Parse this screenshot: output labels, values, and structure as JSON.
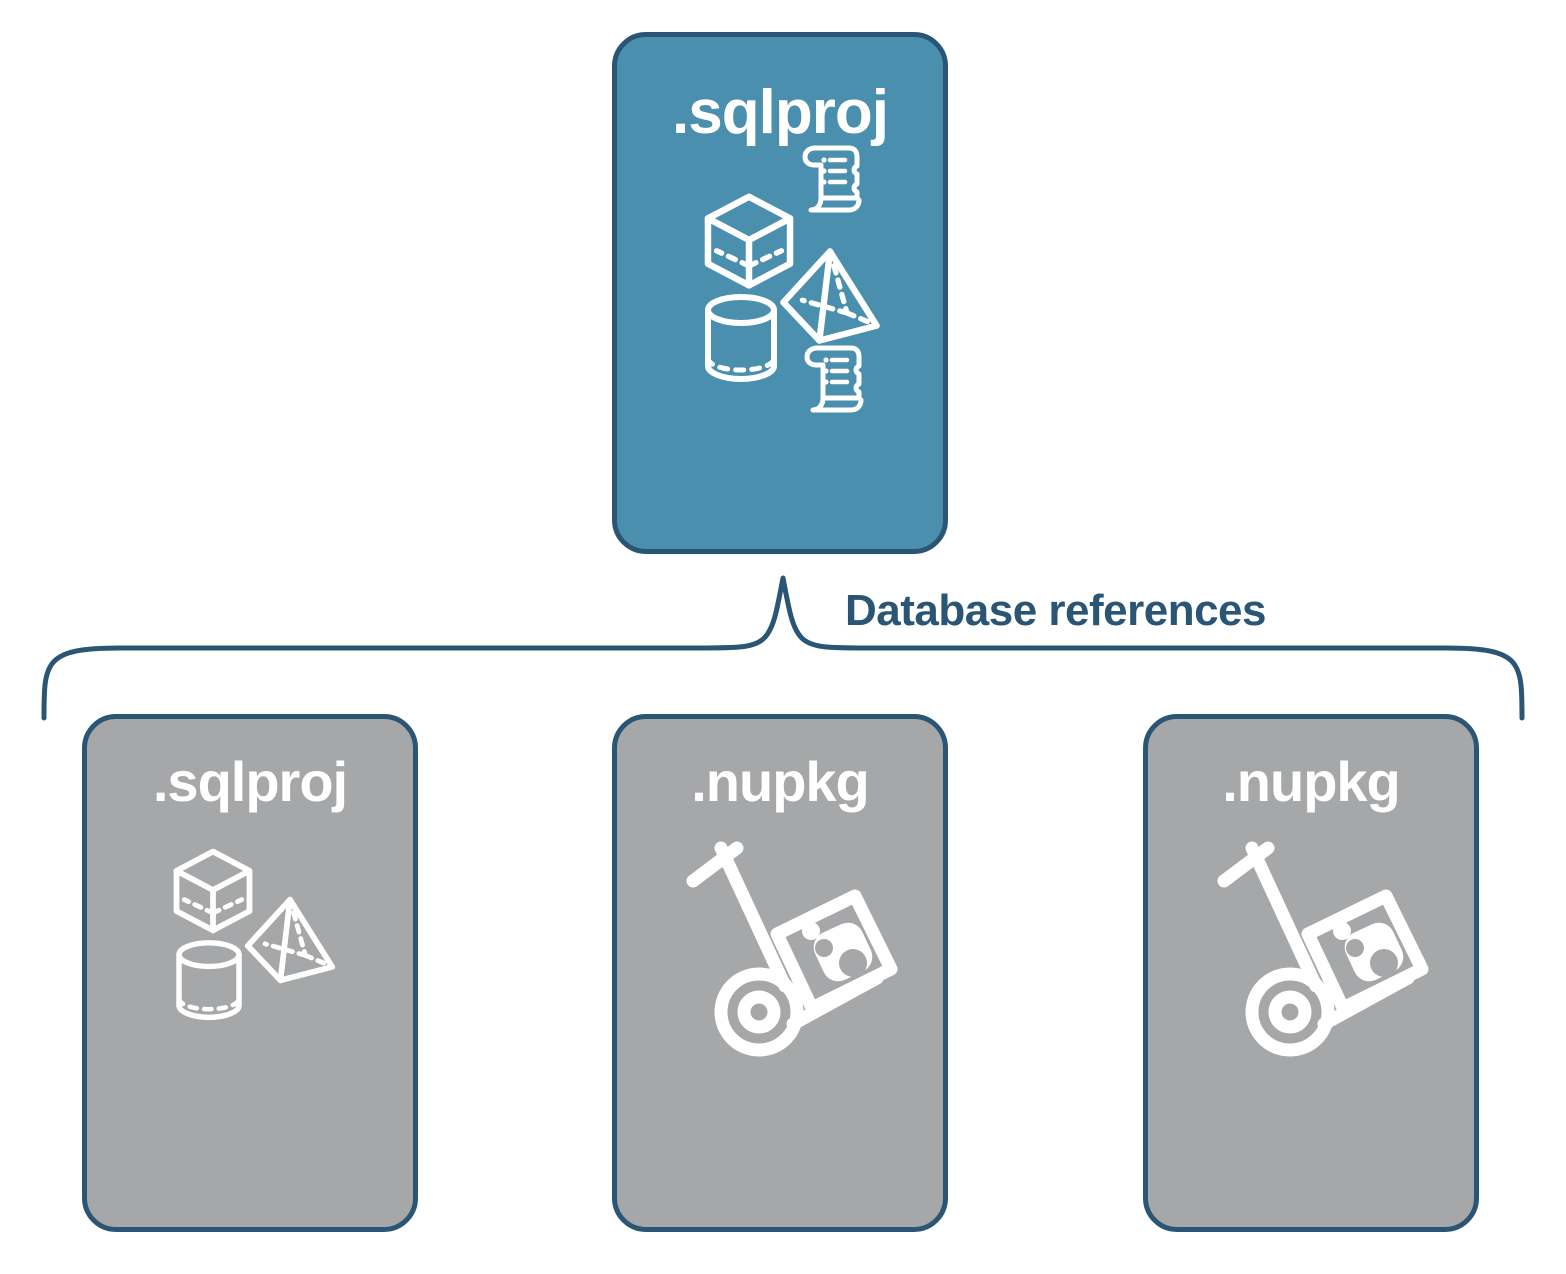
{
  "diagram": {
    "title_text": "Database references",
    "colors": {
      "card_primary_fill": "#4A8FAE",
      "card_reference_fill": "#A6A7A8",
      "card_border": "#2B5574",
      "label_text": "#2B5574",
      "icon_stroke": "#FFFFFF",
      "background": "#FFFFFF"
    },
    "primary_card": {
      "label": ".sqlproj",
      "icons": [
        "cube-icon",
        "scroll-icon",
        "pyramid-icon",
        "cylinder-icon",
        "scroll-icon"
      ]
    },
    "reference_cards": [
      {
        "label": ".sqlproj",
        "icons": [
          "cube-icon",
          "pyramid-icon",
          "cylinder-icon"
        ]
      },
      {
        "label": ".nupkg",
        "icons": [
          "nuget-package-dolly-icon"
        ]
      },
      {
        "label": ".nupkg",
        "icons": [
          "nuget-package-dolly-icon"
        ]
      }
    ],
    "connector": {
      "type": "curly-brace",
      "label": "Database references"
    }
  }
}
